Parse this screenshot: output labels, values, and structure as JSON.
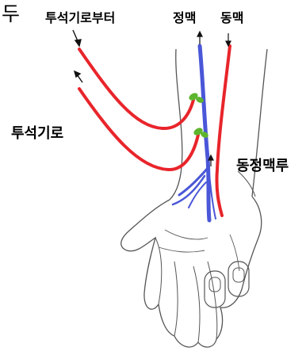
{
  "labels": {
    "title": "두",
    "tube_top": "투석기로부터",
    "vein": "정맥",
    "artery": "동맥",
    "tube_side": "투석기로",
    "fistula": "동정맥루"
  },
  "colors": {
    "artery": "#e8252b",
    "vein": "#4a57d8",
    "needle": "#5db52e",
    "outline": "#555555"
  },
  "icons": {
    "arrow_in": "arrow-down-right",
    "arrow_out": "arrow-up-left",
    "flow_up": "arrow-up"
  }
}
